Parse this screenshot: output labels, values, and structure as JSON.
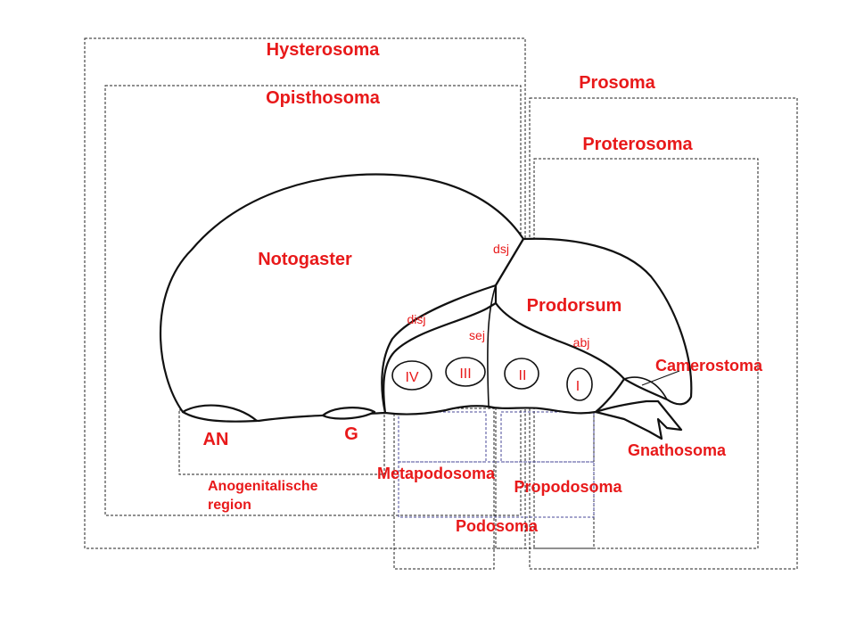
{
  "regions": {
    "hysterosoma": "Hysterosoma",
    "opisthosoma": "Opisthosoma",
    "prosoma": "Prosoma",
    "proterosoma": "Proterosoma",
    "notogaster": "Notogaster",
    "prodorsum": "Prodorsum",
    "camerostoma": "Camerostoma",
    "gnathosoma": "Gnathosoma",
    "metapodosoma": "Metapodosoma",
    "propodosoma": "Propodosoma",
    "podosoma": "Podosoma",
    "anogenital_line1": "Anogenitalische",
    "anogenital_line2": "region",
    "an": "AN",
    "g": "G"
  },
  "sutures": {
    "dsj": "dsj",
    "disj": "disj",
    "sej": "sej",
    "abj": "abj"
  },
  "legs": [
    "IV",
    "III",
    "II",
    "I"
  ],
  "colors": {
    "label": "#e8191a",
    "outline": "#111111",
    "box": "#222222",
    "podosoma_box": "#4a4a9a"
  }
}
